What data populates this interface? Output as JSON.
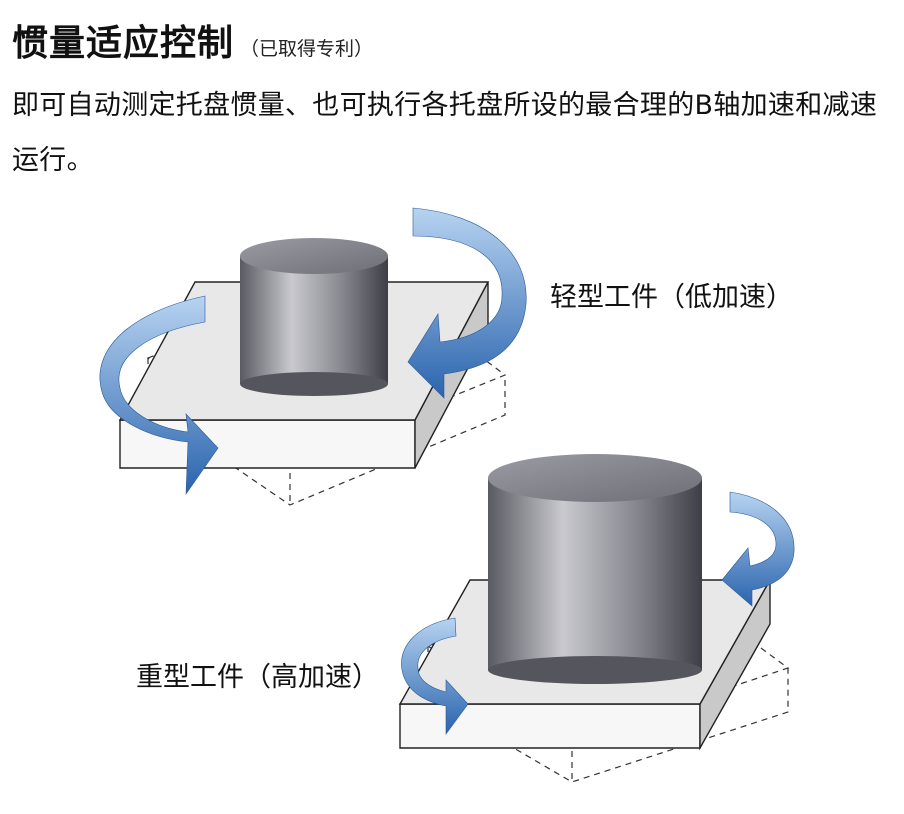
{
  "title": {
    "main": "惯量适应控制",
    "note": "（已取得专利）"
  },
  "description": "即可自动测定托盘惯量、也可执行各托盘所设的最合理的B轴加速和减速运行。",
  "diagram": {
    "light_label": "轻型工件（低加速）",
    "heavy_label": "重型工件（高加速）"
  },
  "colors": {
    "arrow_light": "#a9c9ec",
    "arrow_dark": "#2a64ad",
    "pallet": "#e7e7e7",
    "cylinder_dark": "#4c4c54",
    "cylinder_light": "#c6c6cc"
  }
}
